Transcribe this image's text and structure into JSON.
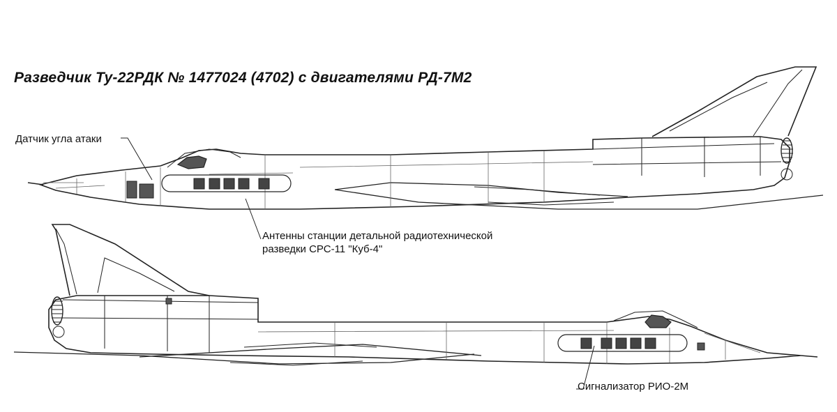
{
  "title": "Разведчик Ту-22РДК № 1477024 (4702) с двигателями РД-7М2",
  "callouts": {
    "aoa_sensor": "Датчик угла атаки",
    "antennas_line1": "Антенны станции детальной радиотехнической",
    "antennas_line2": "разведки  СРС-11 \"Куб-4\"",
    "rio_signaler": "Сигнализатор РИО-2М"
  }
}
